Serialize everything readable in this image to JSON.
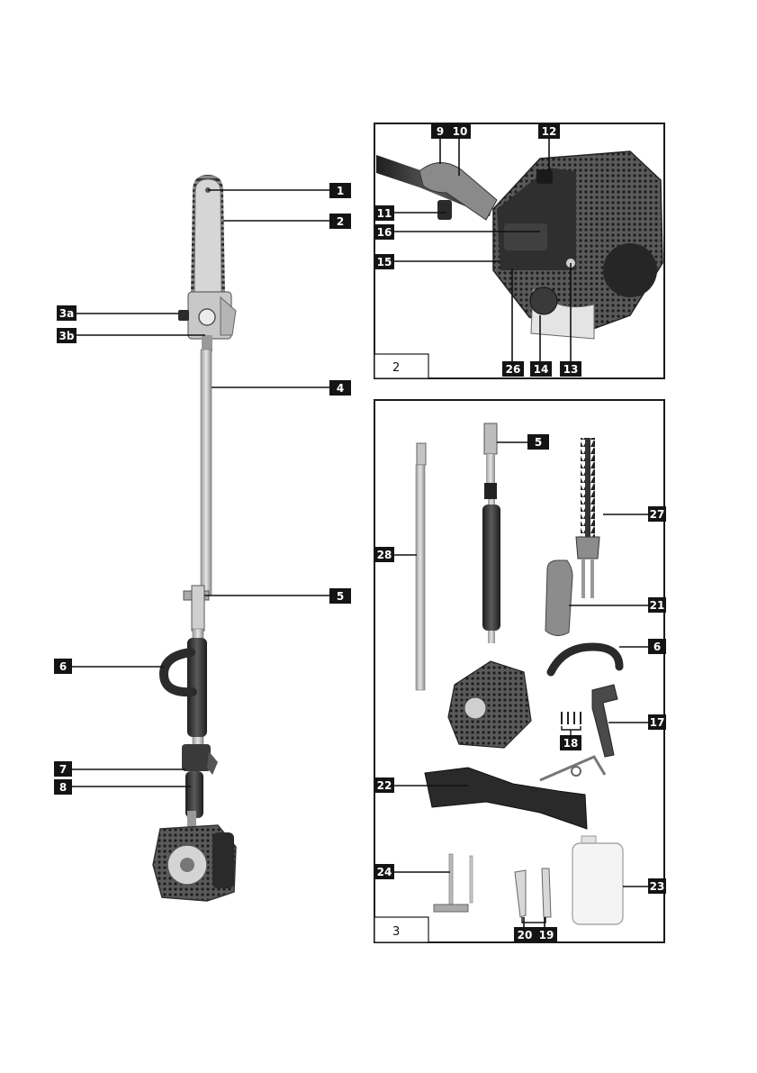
{
  "figures": {
    "fig2": {
      "number": "2"
    },
    "fig3": {
      "number": "3"
    }
  },
  "labels": {
    "l1": "1",
    "l2": "2",
    "l3a": "3a",
    "l3b": "3b",
    "l4": "4",
    "l5": "5",
    "l6": "6",
    "l7": "7",
    "l8": "8",
    "l9": "9",
    "l10": "10",
    "l11": "11",
    "l12": "12",
    "l13": "13",
    "l14": "14",
    "l15": "15",
    "l16": "16",
    "l26": "26",
    "f3_5": "5",
    "f3_6": "6",
    "l17": "17",
    "l18": "18",
    "l19": "19",
    "l20": "20",
    "l21": "21",
    "l22": "22",
    "l23": "23",
    "l24": "24",
    "l27": "27",
    "l28": "28"
  },
  "colors": {
    "label_bg": "#141414",
    "label_text": "#ffffff",
    "frame": "#1a1a1a",
    "illustration_dark": "#2e2e2e",
    "illustration_mid": "#8a8a8a",
    "illustration_light": "#d2d2d2"
  }
}
